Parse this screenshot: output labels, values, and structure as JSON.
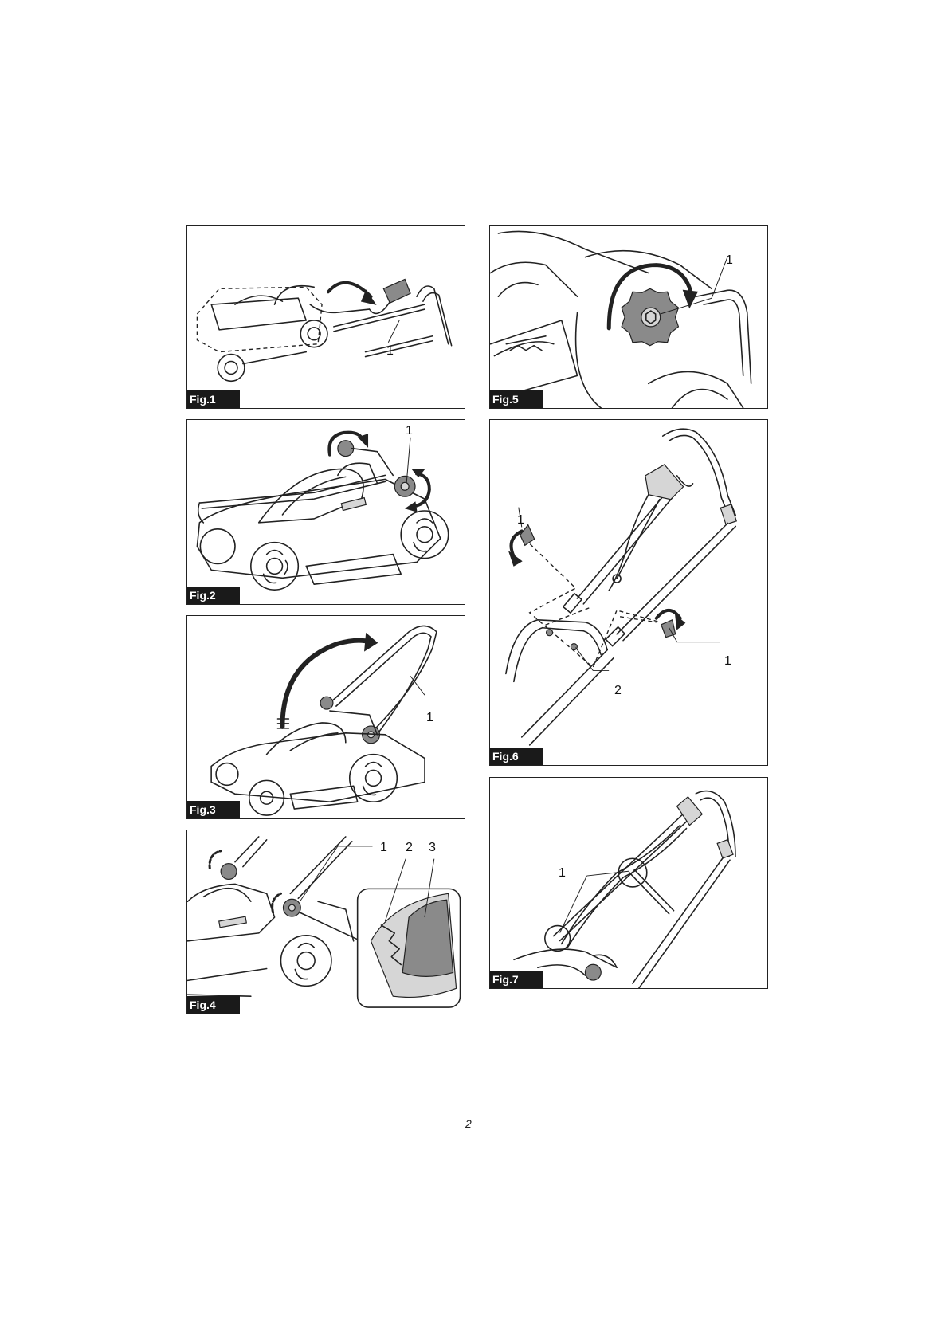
{
  "figures": [
    {
      "label": "Fig.1",
      "callouts": [
        "1"
      ]
    },
    {
      "label": "Fig.2",
      "callouts": [
        "1"
      ]
    },
    {
      "label": "Fig.3",
      "callouts": [
        "1"
      ]
    },
    {
      "label": "Fig.4",
      "callouts": [
        "1",
        "2",
        "3"
      ]
    },
    {
      "label": "Fig.5",
      "callouts": [
        "1"
      ]
    },
    {
      "label": "Fig.6",
      "callouts": [
        "1",
        "1",
        "2"
      ]
    },
    {
      "label": "Fig.7",
      "callouts": [
        "1"
      ]
    }
  ],
  "page_number": "2"
}
